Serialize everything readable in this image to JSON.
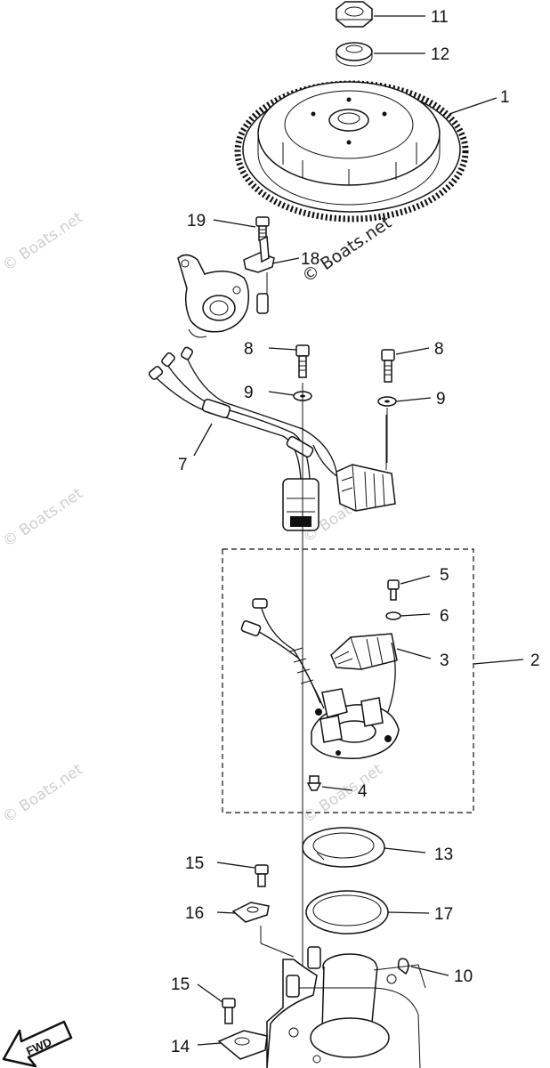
{
  "watermark": "© Boats.net",
  "fwd_label": "FWD",
  "callouts": {
    "c1": "1",
    "c2": "2",
    "c3": "3",
    "c4": "4",
    "c5": "5",
    "c6": "6",
    "c7": "7",
    "c8a": "8",
    "c8b": "8",
    "c9a": "9",
    "c9b": "9",
    "c10": "10",
    "c11": "11",
    "c12": "12",
    "c13": "13",
    "c14": "14",
    "c15a": "15",
    "c15b": "15",
    "c16": "16",
    "c17": "17",
    "c18": "18",
    "c19": "19"
  }
}
